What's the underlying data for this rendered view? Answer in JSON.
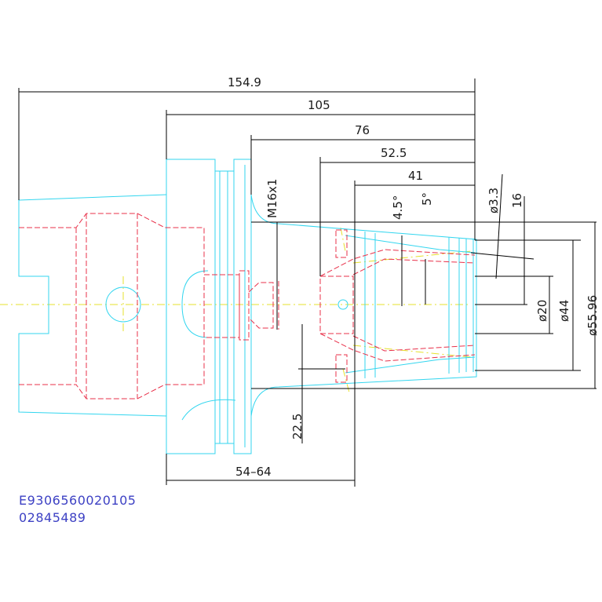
{
  "dimensions": {
    "overall_length": "154.9",
    "flange_length": "105",
    "length_76": "76",
    "length_52_5": "52.5",
    "length_41": "41",
    "angle_4_5": "4.5°",
    "angle_5": "5°",
    "thread": "M16x1",
    "dia_3_3": "ø3.3",
    "dim_16": "16",
    "dia_20": "ø20",
    "dia_44": "ø44",
    "dia_55_96": "ø55.96",
    "dim_22_5": "22.5",
    "range_54_64": "54–64"
  },
  "part_code": "E9306560020105",
  "part_number": "02845489",
  "colors": {
    "outline": "#33d6ef",
    "hidden": "#e8314a",
    "centerline": "#e6e02c",
    "dimension": "#000000",
    "code_text": "#3d41c4"
  }
}
